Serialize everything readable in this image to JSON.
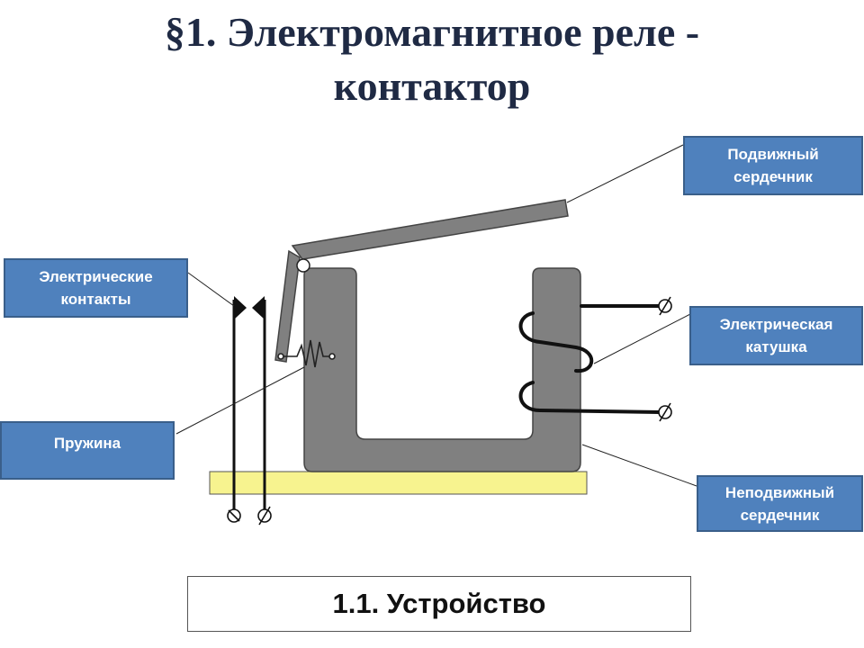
{
  "title": {
    "line1": "§1. Электромагнитное реле -",
    "line2": "контактор"
  },
  "labels": {
    "moving_core": {
      "line1": "Подвижный",
      "line2": "сердечник"
    },
    "contacts": {
      "line1": "Электрические",
      "line2": "контакты"
    },
    "coil": {
      "line1": "Электрическая",
      "line2": "катушка"
    },
    "spring": {
      "line1": "Пружина"
    },
    "fixed_core": {
      "line1": "Неподвижный",
      "line2": "сердечник"
    }
  },
  "footer": {
    "text": "1.1. Устройство"
  },
  "colors": {
    "callout_fill": "#4f81bd",
    "core_fill": "#808080",
    "base_fill": "#f7f38f",
    "title": "#1f2a44"
  },
  "icons": [
    "terminal-icon"
  ]
}
